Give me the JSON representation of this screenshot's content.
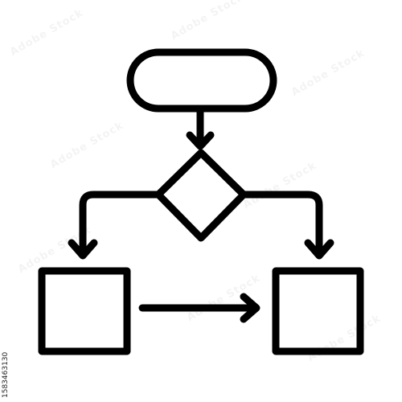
{
  "colors": {
    "background": "#ffffff",
    "stroke": "#000000"
  },
  "diagram": {
    "nodes": [
      {
        "id": "start",
        "shape": "terminator-pill"
      },
      {
        "id": "decision",
        "shape": "diamond"
      },
      {
        "id": "left-process",
        "shape": "square"
      },
      {
        "id": "right-process",
        "shape": "square"
      }
    ],
    "edges": [
      {
        "from": "start",
        "to": "decision"
      },
      {
        "from": "decision",
        "to": "left-process"
      },
      {
        "from": "decision",
        "to": "right-process"
      },
      {
        "from": "left-process",
        "to": "right-process"
      }
    ]
  },
  "watermark": {
    "text": "adobe stock"
  },
  "stock_id": "1583463130"
}
